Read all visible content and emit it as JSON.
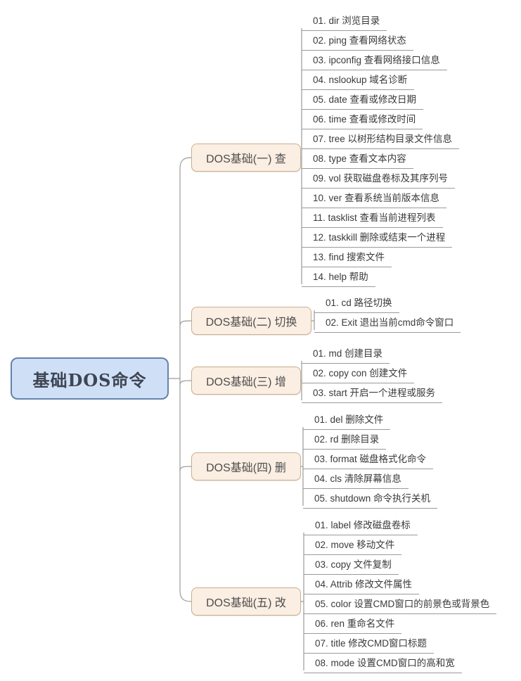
{
  "root": {
    "label": "基础DOS命令"
  },
  "branches": [
    {
      "label": "DOS基础(一) 查",
      "items": [
        "01. dir 浏览目录",
        "02. ping 查看网络状态",
        "03. ipconfig 查看网络接口信息",
        "04. nslookup 域名诊断",
        "05. date 查看或修改日期",
        "06. time 查看或修改时间",
        "07. tree 以树形结构目录文件信息",
        "08. type 查看文本内容",
        "09. vol 获取磁盘卷标及其序列号",
        "10. ver 查看系统当前版本信息",
        "11. tasklist 查看当前进程列表",
        "12. taskkill 删除或结束一个进程",
        "13. find 搜索文件",
        "14. help 帮助"
      ]
    },
    {
      "label": "DOS基础(二) 切换",
      "items": [
        "01. cd 路径切换",
        "02. Exit 退出当前cmd命令窗口"
      ]
    },
    {
      "label": "DOS基础(三) 增",
      "items": [
        "01. md 创建目录",
        "02. copy con 创建文件",
        "03. start 开启一个进程或服务"
      ]
    },
    {
      "label": "DOS基础(四) 删",
      "items": [
        "01. del 删除文件",
        "02. rd 删除目录",
        "03. format 磁盘格式化命令",
        "04. cls 清除屏幕信息",
        "05. shutdown 命令执行关机"
      ]
    },
    {
      "label": "DOS基础(五) 改",
      "items": [
        "01. label 修改磁盘卷标",
        "02. move 移动文件",
        "03. copy 文件复制",
        "04. Attrib 修改文件属性",
        "05. color 设置CMD窗口的前景色或背景色",
        "06. ren 重命名文件",
        "07. title 修改CMD窗口标题",
        "08. mode 设置CMD窗口的高和宽"
      ]
    }
  ],
  "colors": {
    "root_fill": "#cfdff6",
    "root_border": "#6583ad",
    "branch_fill": "#fbeee2",
    "branch_border": "#c9af92",
    "connector_line": "#9a9a9a",
    "text": "#3a3a3a"
  }
}
